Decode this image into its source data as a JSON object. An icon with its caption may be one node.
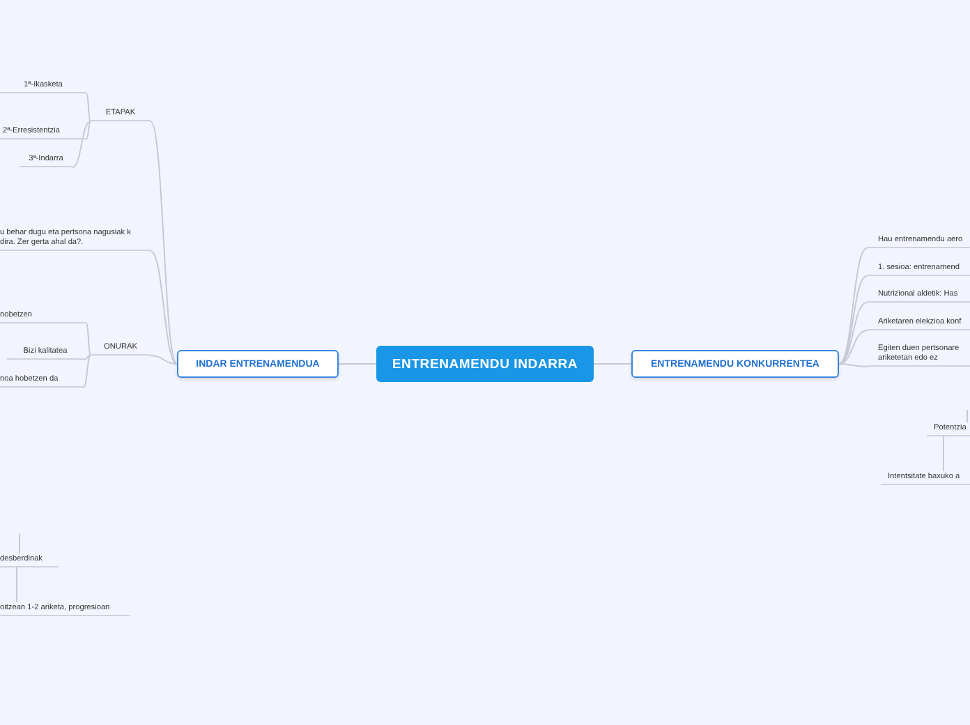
{
  "diagram": {
    "nodes": [
      {
        "text": [
          "ENTRENAMENDU INDARRA"
        ]
      },
      {
        "text": [
          "INDAR ENTRENAMENDUA"
        ]
      },
      {
        "text": [
          "ENTRENAMENDU KONKURRENTEA"
        ]
      },
      {
        "text": [
          "ETAPAK"
        ]
      },
      {
        "text": [
          "1ª-Ikasketa"
        ]
      },
      {
        "text": [
          "2ª-Erresistentzia"
        ]
      },
      {
        "text": [
          "3ª-Indarra"
        ]
      },
      {
        "text": [
          "u behar dugu eta pertsona nagusiak k dira. Zer gerta ahal da?."
        ]
      },
      {
        "text": [
          "nobetzen"
        ]
      },
      {
        "text": [
          "ONURAK"
        ]
      },
      {
        "text": [
          "Bizi kalitatea"
        ]
      },
      {
        "text": [
          "noa hobetzen da"
        ]
      },
      {
        "text": [
          "desberdinak"
        ]
      },
      {
        "text": [
          "oitzean 1-2 ariketa, progresioan"
        ]
      },
      {
        "text": [
          "Hau entrenamendu aero"
        ]
      },
      {
        "text": [
          "1. sesioa: entrenamend"
        ]
      },
      {
        "text": [
          "Nutrizional aldetik: Has"
        ]
      },
      {
        "text": [
          "Ariketaren elekzioa konf"
        ]
      },
      {
        "text": [
          "Egiten duen pertsonare ariketetan edo ez"
        ]
      },
      {
        "text": [
          "Potentzia"
        ]
      },
      {
        "text": [
          "Intentsitate baxuko a"
        ]
      }
    ],
    "edges": [
      {
        "from": 0,
        "to": 1,
        "arrow": "none"
      },
      {
        "from": 0,
        "to": 2,
        "arrow": "none"
      },
      {
        "from": 1,
        "to": 3,
        "arrow": "none"
      },
      {
        "from": 3,
        "to": 4,
        "arrow": "none"
      },
      {
        "from": 3,
        "to": 5,
        "arrow": "none"
      },
      {
        "from": 3,
        "to": 6,
        "arrow": "none"
      },
      {
        "from": 1,
        "to": 7,
        "arrow": "none"
      },
      {
        "from": 1,
        "to": 9,
        "arrow": "none"
      },
      {
        "from": 9,
        "to": 8,
        "arrow": "none"
      },
      {
        "from": 9,
        "to": 10,
        "arrow": "none"
      },
      {
        "from": 9,
        "to": 11,
        "arrow": "none"
      },
      {
        "from": null,
        "to": 12,
        "arrow": "none"
      },
      {
        "from": 12,
        "to": 13,
        "arrow": "none"
      },
      {
        "from": 2,
        "to": 14,
        "arrow": "none"
      },
      {
        "from": 2,
        "to": 15,
        "arrow": "none"
      },
      {
        "from": 2,
        "to": 16,
        "arrow": "none"
      },
      {
        "from": 2,
        "to": 17,
        "arrow": "none"
      },
      {
        "from": 2,
        "to": 18,
        "arrow": "none"
      },
      {
        "from": null,
        "to": 19,
        "arrow": "none"
      },
      {
        "from": 19,
        "to": 20,
        "arrow": "none"
      }
    ]
  }
}
